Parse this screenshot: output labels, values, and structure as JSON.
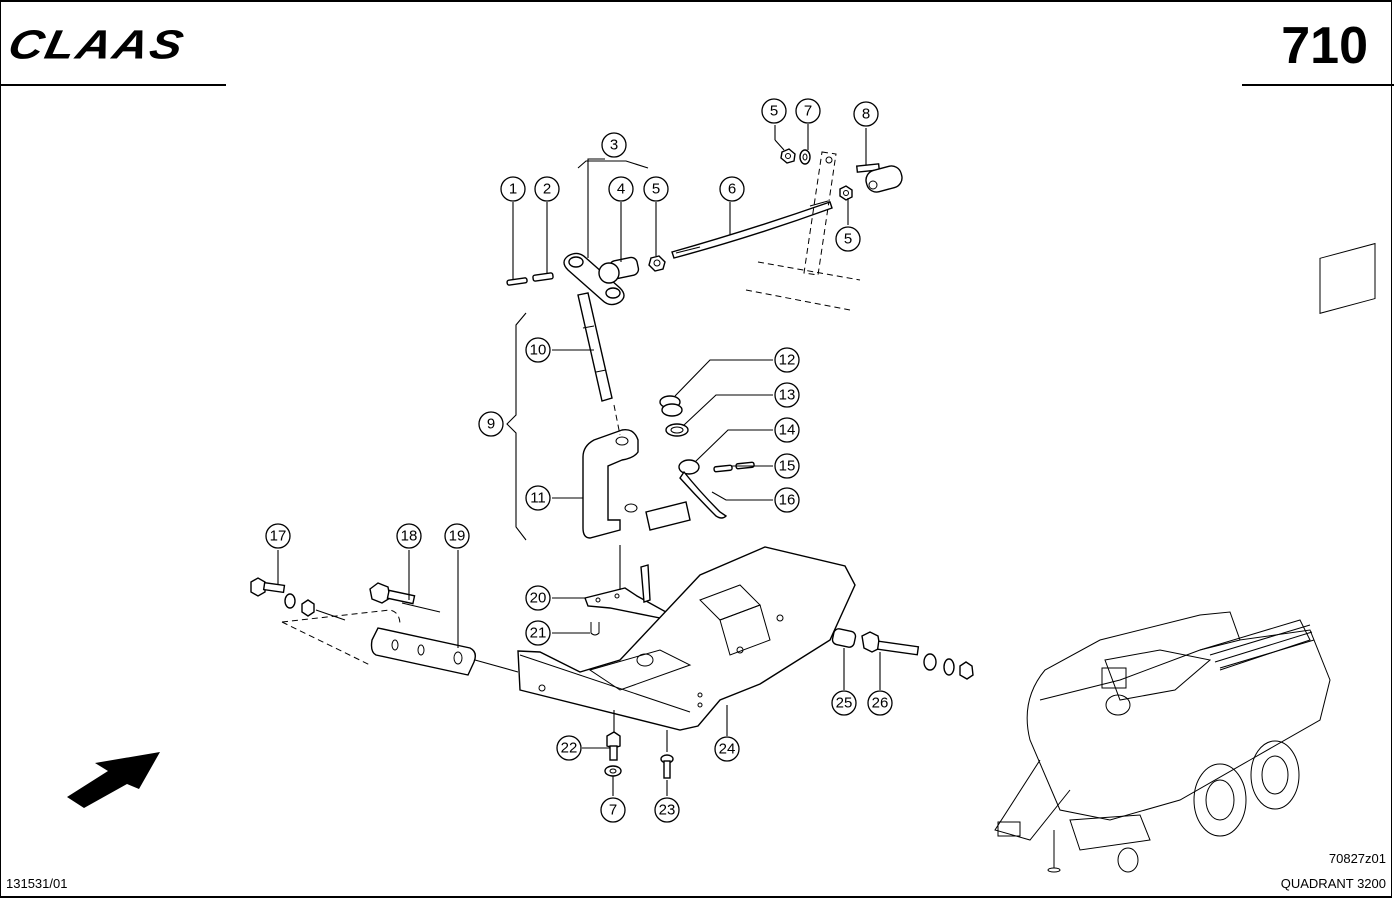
{
  "header": {
    "brand": "CLAAS",
    "page_number": "710"
  },
  "footer": {
    "document_ref": "131531/01",
    "illustration_code": "70827z01",
    "machine_model": "QUADRANT 3200"
  },
  "callouts": [
    {
      "id": "c1",
      "label": "1"
    },
    {
      "id": "c2",
      "label": "2"
    },
    {
      "id": "c3",
      "label": "3"
    },
    {
      "id": "c4",
      "label": "4"
    },
    {
      "id": "c5a",
      "label": "5"
    },
    {
      "id": "c6",
      "label": "6"
    },
    {
      "id": "c5b",
      "label": "5"
    },
    {
      "id": "c7a",
      "label": "7"
    },
    {
      "id": "c8",
      "label": "8"
    },
    {
      "id": "c5c",
      "label": "5"
    },
    {
      "id": "c9",
      "label": "9"
    },
    {
      "id": "c10",
      "label": "10"
    },
    {
      "id": "c11",
      "label": "11"
    },
    {
      "id": "c12",
      "label": "12"
    },
    {
      "id": "c13",
      "label": "13"
    },
    {
      "id": "c14",
      "label": "14"
    },
    {
      "id": "c15",
      "label": "15"
    },
    {
      "id": "c16",
      "label": "16"
    },
    {
      "id": "c17",
      "label": "17"
    },
    {
      "id": "c18",
      "label": "18"
    },
    {
      "id": "c19",
      "label": "19"
    },
    {
      "id": "c20",
      "label": "20"
    },
    {
      "id": "c21",
      "label": "21"
    },
    {
      "id": "c22",
      "label": "22"
    },
    {
      "id": "c7b",
      "label": "7"
    },
    {
      "id": "c23",
      "label": "23"
    },
    {
      "id": "c24",
      "label": "24"
    },
    {
      "id": "c25",
      "label": "25"
    },
    {
      "id": "c26",
      "label": "26"
    }
  ]
}
